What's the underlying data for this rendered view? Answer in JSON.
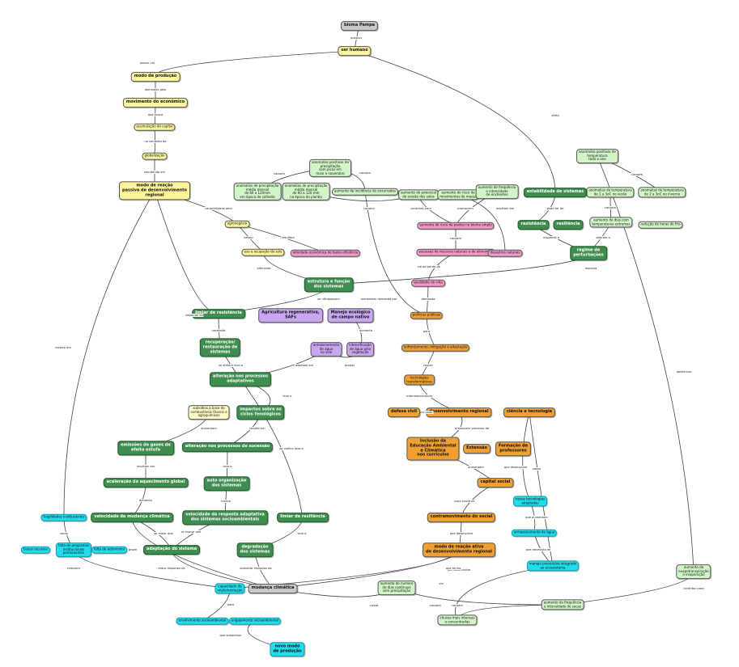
{
  "colors": {
    "gray": "#c9c9c9",
    "yellow": "#fdf59a",
    "yellow_light": "#fff9c8",
    "green_light": "#d2f5c8",
    "green_dark": "#3f8d4f",
    "pink": "#f59ac8",
    "orange": "#f0a030",
    "purple": "#c9a6f0",
    "cyan": "#22dcec",
    "line": "#444444"
  },
  "nodes": [
    {
      "id": "bioma",
      "text": "bioma Pampa",
      "color": "gray",
      "size": "mid"
    },
    {
      "id": "ser_humano",
      "text": "ser humano",
      "color": "yellow",
      "size": "mid"
    },
    {
      "id": "modo_producao",
      "text": "modo de produção",
      "color": "yellow",
      "size": "mid"
    },
    {
      "id": "mov_economico",
      "text": "movimento do econômico",
      "color": "yellow",
      "size": "mid"
    },
    {
      "id": "acumulacao",
      "text": "acumulação do capital",
      "color": "yellow",
      "size": "sm"
    },
    {
      "id": "globalizacao",
      "text": "globalização",
      "color": "yellow",
      "size": "sm"
    },
    {
      "id": "modo_reacao_passiva",
      "text": "modo de reação\npassiva de desenvolvimento\nregional",
      "color": "yellow",
      "size": "mid"
    },
    {
      "id": "agronegocio",
      "text": "agronegócio",
      "color": "yellow",
      "size": "sm"
    },
    {
      "id": "uso_solo",
      "text": "uso e ocupação do solo",
      "color": "yellow",
      "size": "sm"
    },
    {
      "id": "subsidios",
      "text": "subsídios a base de\ncombustíveis fósseis e\nagroquímicos",
      "color": "yellow_light",
      "size": "sm"
    },
    {
      "id": "anom_precip_pos",
      "text": "anomalias positivas de\nprecipitação\ncom picos em\nmaio e novembro",
      "color": "green_light",
      "size": "sm"
    },
    {
      "id": "anom_precip_120",
      "text": "anomalias de precipitação\nmédia mensal\nde 60 a 120mm\nem época de colheita",
      "color": "green_light",
      "size": "sm"
    },
    {
      "id": "anom_precip_60",
      "text": "anomalias de precipitação\nmédia mensal\nde 60 a 120 mm\nna época do plantio",
      "color": "green_light",
      "size": "sm"
    },
    {
      "id": "aum_erosao",
      "text": "aumento do potencial\nde erosão dos solos",
      "color": "green_light",
      "size": "sm"
    },
    {
      "id": "aum_risco_mov",
      "text": "aumento do risco de\nmovimentos de massa",
      "color": "green_light",
      "size": "sm"
    },
    {
      "id": "aum_freq_enchentes",
      "text": "aumento de frequência\ne intensidade\nde enchentes",
      "color": "green_light",
      "size": "sm"
    },
    {
      "id": "aum_enxurrada",
      "text": "aumento de incidência de enxurradas",
      "color": "green_light",
      "size": "sm"
    },
    {
      "id": "anom_temp_pos",
      "text": "anomalias positivas de\ntemperatura\ntodo o ano",
      "color": "green_light",
      "size": "sm"
    },
    {
      "id": "anom_temp_1_3",
      "text": "anomalias de temperatura\nde 1 a 3oC no verão",
      "color": "green_light",
      "size": "sm"
    },
    {
      "id": "anom_temp_2_3",
      "text": "anomalias de temperatura\nde 2 a 3oC no inverno",
      "color": "green_light",
      "size": "sm"
    },
    {
      "id": "aum_dias",
      "text": "aumento de dias com\ntemperaturas extremas",
      "color": "green_light",
      "size": "sm"
    },
    {
      "id": "reducao_geadas",
      "text": "redução de horas de frio",
      "color": "green_light",
      "size": "sm"
    },
    {
      "id": "estabilidade",
      "text": "estabilidade de sistemas",
      "color": "green_dark",
      "size": "mid"
    },
    {
      "id": "resistencia",
      "text": "resistência",
      "color": "green_dark",
      "size": "mid"
    },
    {
      "id": "resiliencia",
      "text": "resiliência",
      "color": "green_dark",
      "size": "mid"
    },
    {
      "id": "regime_perturb",
      "text": "regime de\nperturbações",
      "color": "green_dark",
      "size": "mid"
    },
    {
      "id": "aum_risco_pragas",
      "text": "aumento do risco de pestes no bioma amplo",
      "color": "pink",
      "size": "sm"
    },
    {
      "id": "escassez",
      "text": "escassez de recursos naturais e de alimentos",
      "color": "pink",
      "size": "sm"
    },
    {
      "id": "desastres",
      "text": "desastres naturais",
      "color": "pink",
      "size": "sm"
    },
    {
      "id": "atividade_eco",
      "text": "atividade econômica de baixa eficiência",
      "color": "pink",
      "size": "sm"
    },
    {
      "id": "qualidade_vida",
      "text": "qualidade de vida",
      "color": "pink",
      "size": "sm"
    },
    {
      "id": "estrutura_funcao",
      "text": "estrutura e função\ndos sistemas",
      "color": "green_dark",
      "size": "mid"
    },
    {
      "id": "limiar_resistencia",
      "text": "limiar de resistência",
      "color": "green_dark",
      "size": "mid"
    },
    {
      "id": "recuperacao",
      "text": "recuperação/\nrestauração de\nsistemas",
      "color": "green_dark",
      "size": "mid"
    },
    {
      "id": "alteracao_adapt",
      "text": "alteração nos processos\nadaptativos",
      "color": "green_dark",
      "size": "mid"
    },
    {
      "id": "agri_regen",
      "text": "Agricultura regenerativa,\nSAFs",
      "color": "purple",
      "size": "mid"
    },
    {
      "id": "manejo",
      "text": "Manejo ecológico\nde campo nativo",
      "color": "purple",
      "size": "mid"
    },
    {
      "id": "armazenamento_agua",
      "text": "armazenamento\nde água\nno solo",
      "color": "purple",
      "size": "sm"
    },
    {
      "id": "intensificacao",
      "text": "intensificação\nde água pela\nvegetação",
      "color": "purple",
      "size": "sm"
    },
    {
      "id": "impactos_ciclos",
      "text": "impactos sobre os\nciclos fenológicos",
      "color": "green_dark",
      "size": "mid"
    },
    {
      "id": "emissoes",
      "text": "emissões de gases de\nefeito estufa",
      "color": "green_dark",
      "size": "mid"
    },
    {
      "id": "alteracao_sucessao",
      "text": "alteração nos processos de sucessão",
      "color": "green_dark",
      "size": "mid"
    },
    {
      "id": "aceleracao",
      "text": "aceleração do aquecimento global",
      "color": "green_dark",
      "size": "mid"
    },
    {
      "id": "auto_org",
      "text": "auto organização\ndos sistemas",
      "color": "green_dark",
      "size": "mid"
    },
    {
      "id": "velocidade",
      "text": "velocidade da mudança climática",
      "color": "green_dark",
      "size": "mid"
    },
    {
      "id": "velocidade_resp",
      "text": "velocidade da resposta adaptativa\ndos sistemas socioambientais",
      "color": "green_dark",
      "size": "mid"
    },
    {
      "id": "limiar_resiliencia",
      "text": "limiar de resiliência",
      "color": "green_dark",
      "size": "mid"
    },
    {
      "id": "adaptacao",
      "text": "adaptação do sistema",
      "color": "green_dark",
      "size": "mid"
    },
    {
      "id": "degradacao",
      "text": "degradação\ndos sistemas",
      "color": "green_dark",
      "size": "mid"
    },
    {
      "id": "fragilidades",
      "text": "fragilidades institucionais",
      "color": "cyan",
      "size": "sm"
    },
    {
      "id": "busca",
      "text": "busca recursos",
      "color": "cyan",
      "size": "sm"
    },
    {
      "id": "falta_programas",
      "text": "falta de programas\ninstitucionais\npermanentes",
      "color": "cyan",
      "size": "sm"
    },
    {
      "id": "falta_autonomia",
      "text": "falta de autonomia",
      "color": "cyan",
      "size": "sm"
    },
    {
      "id": "capacidade_impl",
      "text": "capacidade de\nimplementação",
      "color": "cyan",
      "size": "sm"
    },
    {
      "id": "mudanca_climatica",
      "text": "mudança climática",
      "color": "gray",
      "size": "mid"
    },
    {
      "id": "envolvimento",
      "text": "envolvimento socioambiental",
      "color": "cyan",
      "size": "sm"
    },
    {
      "id": "engajamento",
      "text": "engajamento socioambiental",
      "color": "cyan",
      "size": "sm"
    },
    {
      "id": "novo_modo",
      "text": "novo modo\nde produção",
      "color": "cyan",
      "size": "mid"
    },
    {
      "id": "politicas",
      "text": "políticas públicas",
      "color": "orange",
      "size": "sm"
    },
    {
      "id": "enfrentamento",
      "text": "enfrentamento, mitigação e adaptação",
      "color": "orange",
      "size": "sm"
    },
    {
      "id": "tecnologias",
      "text": "tecnologias\ntransformativas",
      "color": "orange",
      "size": "sm"
    },
    {
      "id": "defesa_civil",
      "text": "defesa civil",
      "color": "orange",
      "size": "mid"
    },
    {
      "id": "desenv_regional",
      "text": "desenvolvimento regional",
      "color": "orange",
      "size": "mid"
    },
    {
      "id": "ciencia",
      "text": "ciência e tecnologia",
      "color": "orange",
      "size": "mid"
    },
    {
      "id": "inclusao",
      "text": "Inclusão da\nEducação Ambiental\ne Climática\nnos currículos",
      "color": "orange",
      "size": "mid"
    },
    {
      "id": "extensao",
      "text": "Extensão",
      "color": "orange",
      "size": "mid"
    },
    {
      "id": "formacao",
      "text": "Formação de\nprofessores",
      "color": "orange",
      "size": "mid"
    },
    {
      "id": "capital_social",
      "text": "capital social",
      "color": "orange",
      "size": "mid"
    },
    {
      "id": "contramovimento",
      "text": "contramovimento do social",
      "color": "orange",
      "size": "mid"
    },
    {
      "id": "modo_reacao_ativa",
      "text": "modo de reação ativa\nde desenvolvimento regional",
      "color": "orange",
      "size": "mid"
    },
    {
      "id": "novas_tecnologias",
      "text": "novas tecnologias\nadaptadas",
      "color": "cyan",
      "size": "sm"
    },
    {
      "id": "armaz_agua",
      "text": "armazenamento de água",
      "color": "cyan",
      "size": "sm"
    },
    {
      "id": "manejo_integrado",
      "text": "manejo preventivo integrado\nao ecossistema",
      "color": "cyan",
      "size": "sm"
    },
    {
      "id": "aum_evapo",
      "text": "aumento da\nevapotranspiração\ne evaporação",
      "color": "green_light",
      "size": "sm"
    },
    {
      "id": "aum_freq_chuvas",
      "text": "aumento da frequência\ne intensidade de secas",
      "color": "green_light",
      "size": "sm"
    },
    {
      "id": "aum_numero_dias",
      "text": "aumento do número\nde dias contínuos\nsem precipitação",
      "color": "green_light",
      "size": "sm"
    },
    {
      "id": "chuvas_intensas",
      "text": "chuvas mais intensas\ne concentradas",
      "color": "green_light",
      "size": "sm"
    }
  ],
  "links": [
    {
      "id": "l1",
      "text": "ocasiou"
    },
    {
      "id": "l2",
      "text": "possui um"
    },
    {
      "id": "l3",
      "text": "dominado pelo"
    },
    {
      "id": "l4",
      "text": "que busca"
    },
    {
      "id": "l5",
      "text": "no contexto da"
    },
    {
      "id": "l6",
      "text": "resultando em"
    },
    {
      "id": "l7",
      "text": "caracterizado pelo"
    },
    {
      "id": "l8",
      "text": "afeta"
    },
    {
      "id": "l9",
      "text": "causam"
    },
    {
      "id": "l10",
      "text": "causam"
    },
    {
      "id": "l11",
      "text": "conectas para"
    },
    {
      "id": "l12",
      "text": "promovem"
    },
    {
      "id": "l13",
      "text": "resultam em"
    },
    {
      "id": "l14",
      "text": "causam"
    },
    {
      "id": "l15",
      "text": "causam"
    },
    {
      "id": "l16",
      "text": "pode ter de"
    },
    {
      "id": "l17",
      "text": "responde a"
    },
    {
      "id": "l18",
      "text": "alteram a"
    },
    {
      "id": "l19",
      "text": "causam"
    },
    {
      "id": "l20",
      "text": "amplo"
    },
    {
      "id": "l21",
      "text": "resultam"
    },
    {
      "id": "l22",
      "text": "alterando"
    },
    {
      "id": "l23",
      "text": "causa perda de"
    },
    {
      "id": "l24",
      "text": "impacta"
    },
    {
      "id": "l25",
      "text": "se ultrapassam"
    },
    {
      "id": "l26",
      "text": "demanda"
    },
    {
      "id": "l27",
      "text": "para"
    },
    {
      "id": "l28",
      "text": "depende da"
    },
    {
      "id": "l29",
      "text": "necessita"
    },
    {
      "id": "l30",
      "text": "se afetam leva a"
    },
    {
      "id": "l31",
      "text": "aumenta"
    },
    {
      "id": "l32",
      "text": "baseado em"
    },
    {
      "id": "l33",
      "text": "produz"
    },
    {
      "id": "l34",
      "text": "aumentam demanda por"
    },
    {
      "id": "l35",
      "text": "requer"
    },
    {
      "id": "l36",
      "text": "interrelacionando"
    },
    {
      "id": "l37",
      "text": "promovem processo de"
    },
    {
      "id": "l38",
      "text": "aumentam"
    },
    {
      "id": "l39",
      "text": "que desenvolve"
    },
    {
      "id": "l40",
      "text": "para construir"
    },
    {
      "id": "l41",
      "text": "que desenvolve"
    },
    {
      "id": "l42",
      "text": "que aumentam"
    },
    {
      "id": "l43",
      "text": "que necessita de"
    },
    {
      "id": "l44",
      "text": "leva a"
    },
    {
      "id": "l45",
      "text": "se inefica leva a"
    },
    {
      "id": "l46",
      "text": "leva a"
    },
    {
      "id": "l47",
      "text": "cresce"
    },
    {
      "id": "l48",
      "text": "se maior que"
    },
    {
      "id": "l49",
      "text": "se menor que"
    },
    {
      "id": "l50",
      "text": "leva a"
    },
    {
      "id": "l51",
      "text": "resultam em"
    },
    {
      "id": "l52",
      "text": "aumenta"
    },
    {
      "id": "l53",
      "text": "aumentam"
    },
    {
      "id": "l54",
      "text": "resulta em"
    },
    {
      "id": "l55",
      "text": "como"
    },
    {
      "id": "l56",
      "text": "reduzem"
    },
    {
      "id": "l57",
      "text": "prove"
    },
    {
      "id": "l58",
      "text": "reduz impactos da"
    },
    {
      "id": "l59",
      "text": "aumenta impactos da"
    },
    {
      "id": "l60",
      "text": "para"
    },
    {
      "id": "l61",
      "text": "que sustentam"
    },
    {
      "id": "l62",
      "text": "que desenvolve"
    },
    {
      "id": "l63",
      "text": "que tenha"
    },
    {
      "id": "l64",
      "text": "causam"
    },
    {
      "id": "l65",
      "text": "contribui para"
    },
    {
      "id": "l66",
      "text": "causam"
    },
    {
      "id": "l67",
      "text": "causa"
    },
    {
      "id": "l68",
      "text": "determina"
    },
    {
      "id": "l69",
      "text": "via"
    },
    {
      "id": "l70",
      "text": "nosso"
    },
    {
      "id": "l71",
      "text": "pode"
    },
    {
      "id": "l72",
      "text": "recorre em"
    },
    {
      "id": "l73",
      "text": "causam"
    }
  ]
}
